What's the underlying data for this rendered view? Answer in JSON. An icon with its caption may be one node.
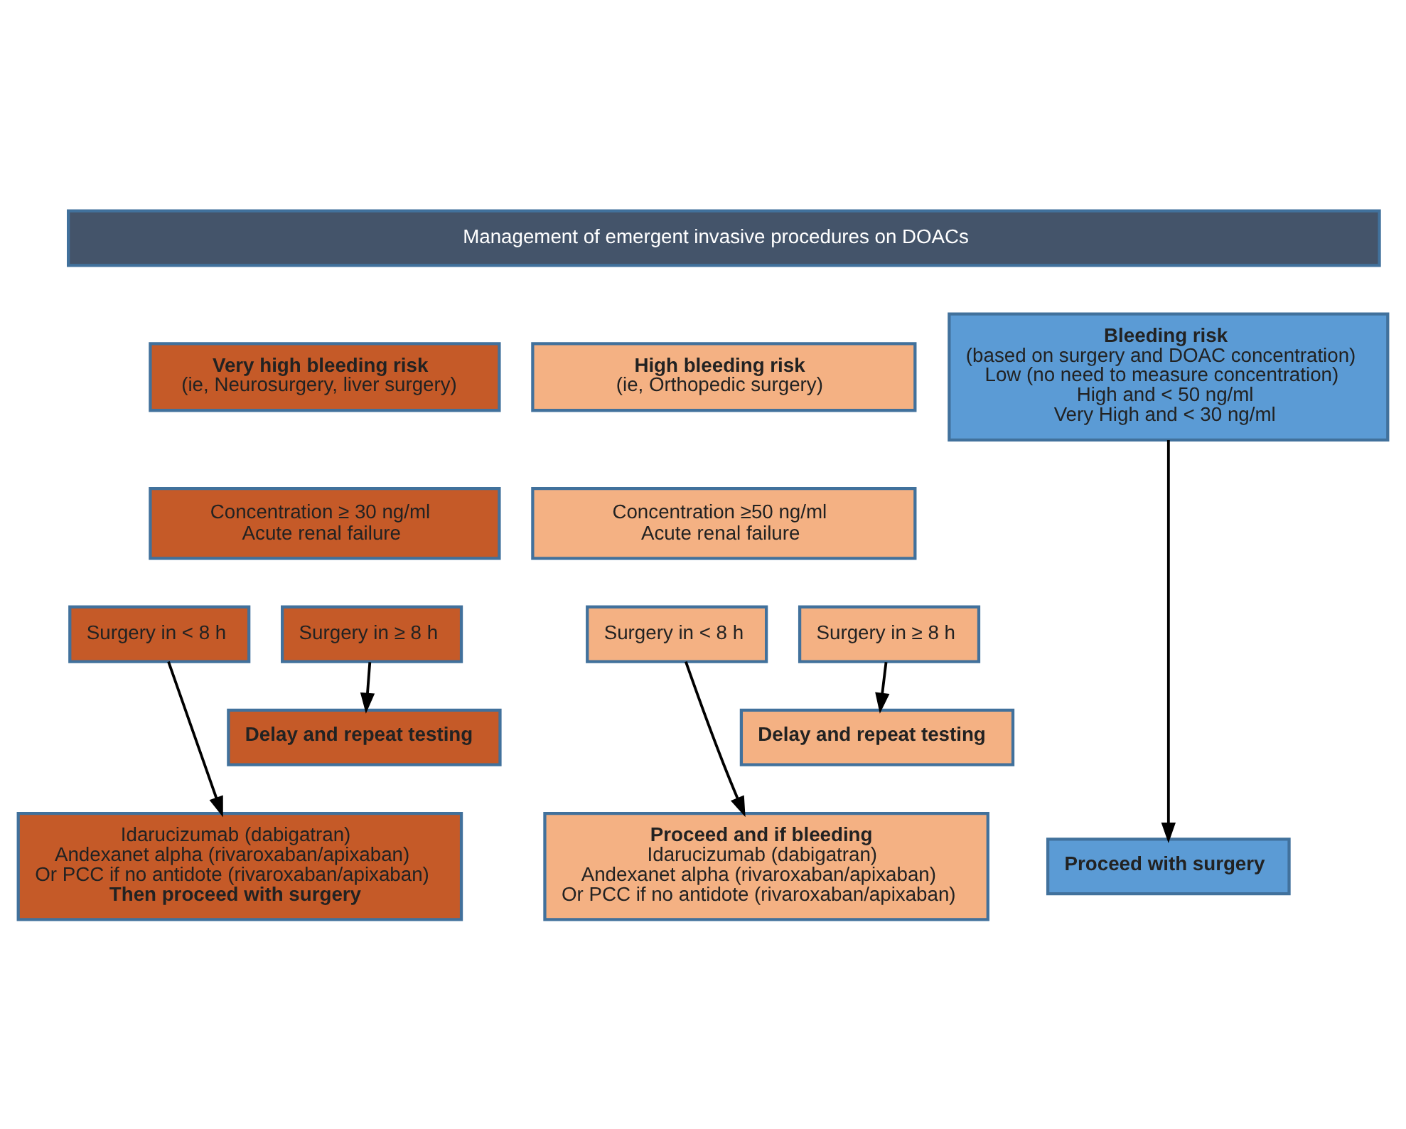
{
  "diagram": {
    "nodes": [
      {
        "text": [
          "Management of emergent invasive procedures on DOACs"
        ]
      },
      {
        "text": [
          "Very high bleeding risk",
          "(ie, Neurosurgery, liver surgery)"
        ]
      },
      {
        "text": [
          "High bleeding risk",
          "(ie, Orthopedic surgery)"
        ]
      },
      {
        "text": [
          "Bleeding risk",
          "(based on surgery and DOAC concentration)",
          "Low (no need to measure concentration)",
          "High and < 50 ng/ml",
          "Very High and < 30 ng/ml"
        ]
      },
      {
        "text": [
          "Concentration ≥ 30 ng/ml",
          "Acute renal failure"
        ]
      },
      {
        "text": [
          "Concentration ≥50 ng/ml",
          "Acute renal failure"
        ]
      },
      {
        "text": [
          "Surgery in < 8 h"
        ]
      },
      {
        "text": [
          "Surgery in ≥ 8 h"
        ]
      },
      {
        "text": [
          "Surgery in < 8 h"
        ]
      },
      {
        "text": [
          "Surgery in ≥ 8 h"
        ]
      },
      {
        "text": [
          "Delay and repeat testing"
        ]
      },
      {
        "text": [
          "Delay and repeat testing"
        ]
      },
      {
        "text": [
          "Idarucizumab (dabigatran)",
          "Andexanet alpha (rivaroxaban/apixaban)",
          "Or PCC if no antidote (rivaroxaban/apixaban)",
          "Then proceed with surgery"
        ]
      },
      {
        "text": [
          "Proceed and if bleeding",
          "Idarucizumab (dabigatran)",
          "Andexanet alpha (rivaroxaban/apixaban)",
          "Or PCC if no antidote (rivaroxaban/apixaban)"
        ]
      },
      {
        "text": [
          "Proceed with surgery"
        ]
      }
    ],
    "edges": [
      {
        "from": 6,
        "to": 12,
        "arrow": "to"
      },
      {
        "from": 7,
        "to": 10,
        "arrow": "to"
      },
      {
        "from": 8,
        "to": 13,
        "arrow": "to"
      },
      {
        "from": 9,
        "to": 11,
        "arrow": "to"
      },
      {
        "from": 3,
        "to": 14,
        "arrow": "to"
      }
    ]
  }
}
